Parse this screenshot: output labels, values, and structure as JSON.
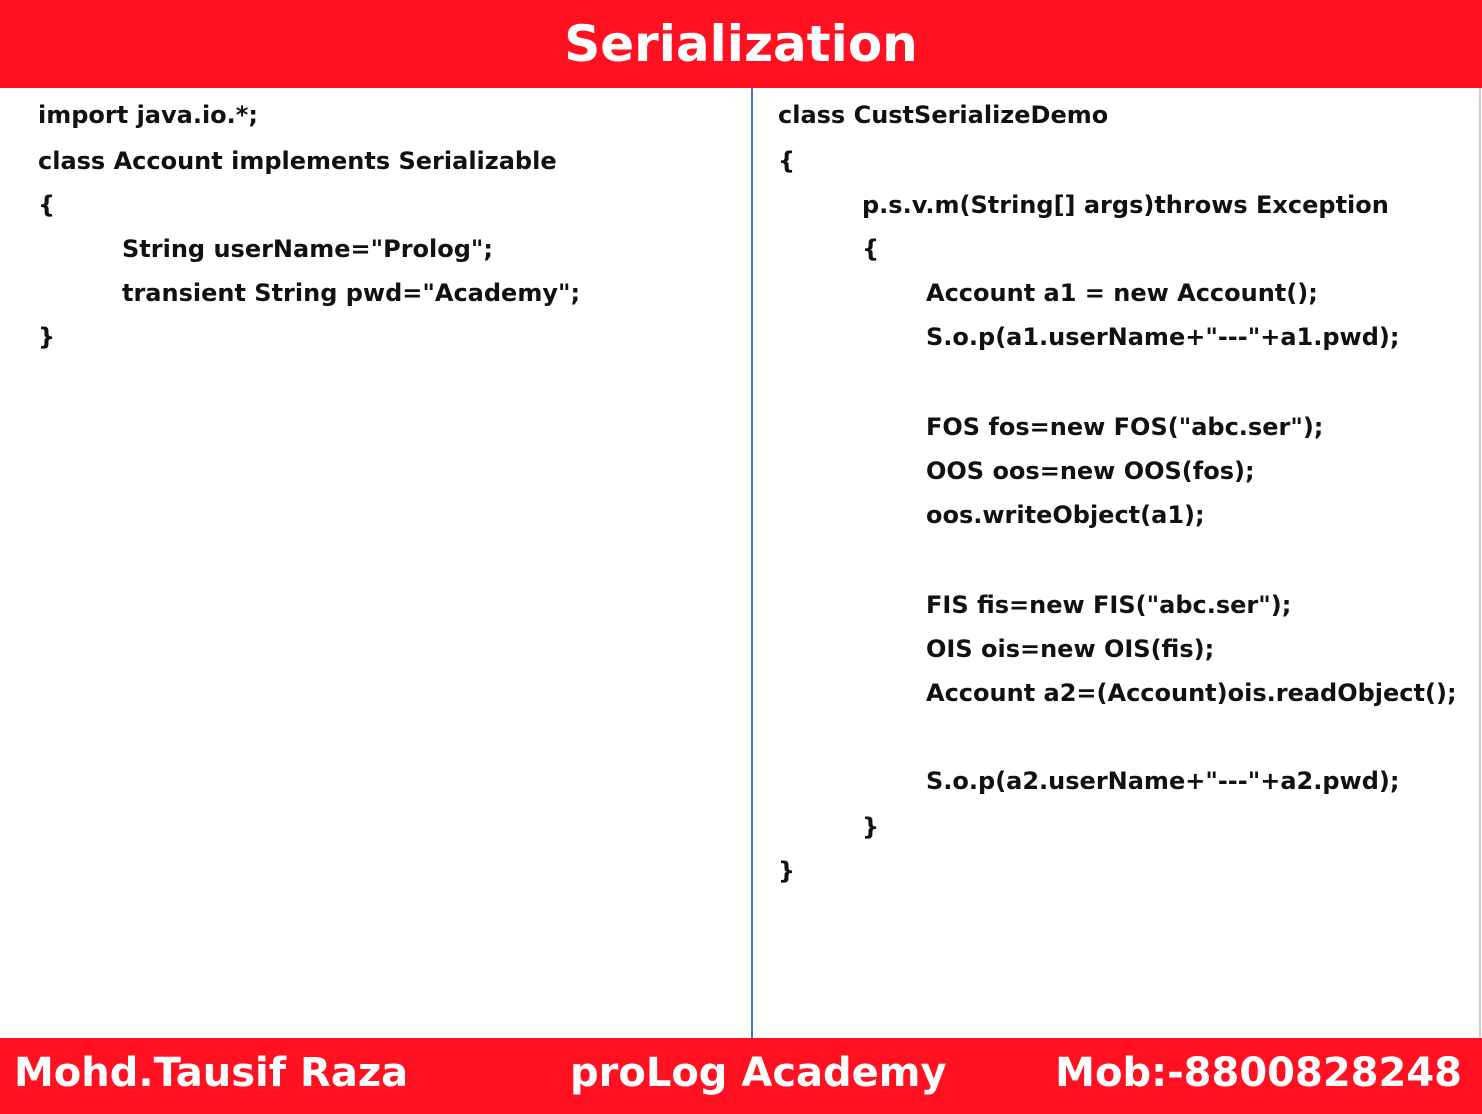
{
  "header": {
    "title": "Serialization"
  },
  "left_code": [
    "import java.io.*;",
    "class Account implements Serializable",
    "{",
    "String userName=\"Prolog\";",
    "transient String pwd=\"Academy\";",
    "}"
  ],
  "right_code": [
    "class CustSerializeDemo",
    "{",
    "p.s.v.m(String[] args)throws Exception",
    "{",
    "Account a1 = new Account();",
    "S.o.p(a1.userName+\"---\"+a1.pwd);",
    "FOS fos=new FOS(\"abc.ser\");",
    "OOS oos=new OOS(fos);",
    "oos.writeObject(a1);",
    "FIS fis=new FIS(\"abc.ser\");",
    "OIS ois=new OIS(fis);",
    "Account a2=(Account)ois.readObject();",
    "S.o.p(a2.userName+\"---\"+a2.pwd);",
    "}",
    "}"
  ],
  "footer": {
    "author": "Mohd.Tausif Raza",
    "academy": "proLog Academy",
    "mobile": "Mob:-8800828248"
  },
  "colors": {
    "banner": "#ff1122",
    "divider": "#4472c4",
    "text": "#111111"
  }
}
